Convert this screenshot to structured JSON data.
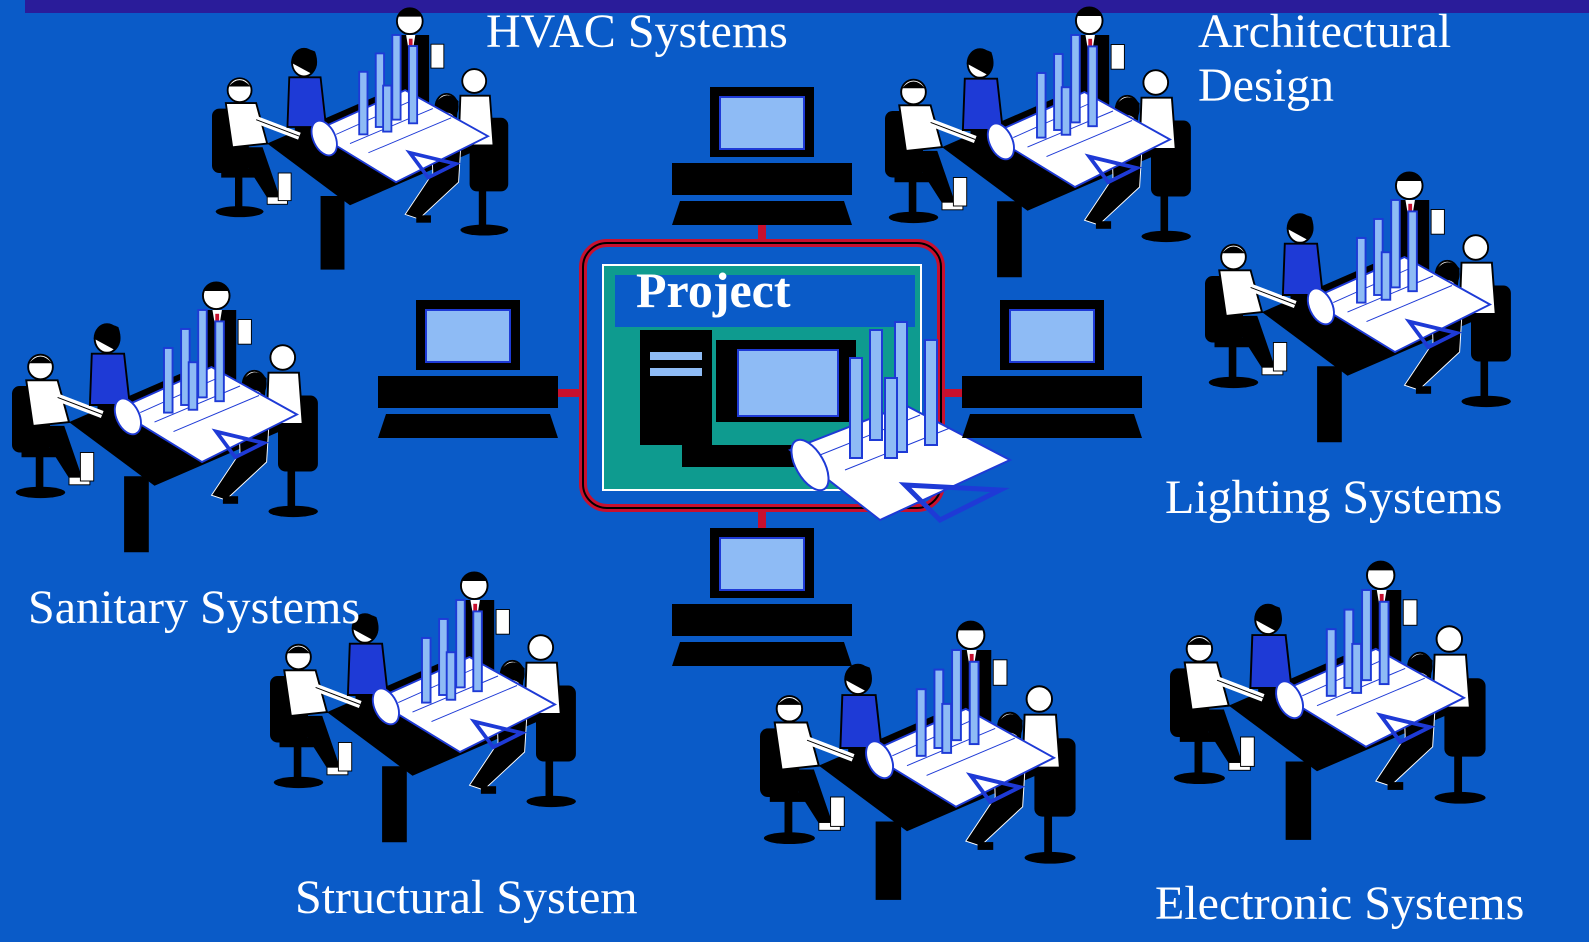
{
  "slide": {
    "center_label": "Project",
    "groups": {
      "hvac": "HVAC Systems",
      "architectural_line1": "Architectural",
      "architectural_line2": "Design",
      "lighting": "Lighting Systems",
      "sanitary": "Sanitary Systems",
      "structural": "Structural System",
      "electronic": "Electronic Systems"
    }
  },
  "colors": {
    "background": "#0A5BC8",
    "top_bar": "#2A1C9A",
    "network_line": "#C8102E",
    "server_screen": "#8EBBF5",
    "server_panel": "#0E9B8F",
    "text": "#FFFFFF"
  },
  "icons": {
    "center": "server-computer-with-blueprint-icon",
    "terminal": "computer-terminal-icon",
    "meeting": "team-meeting-at-table-icon"
  }
}
